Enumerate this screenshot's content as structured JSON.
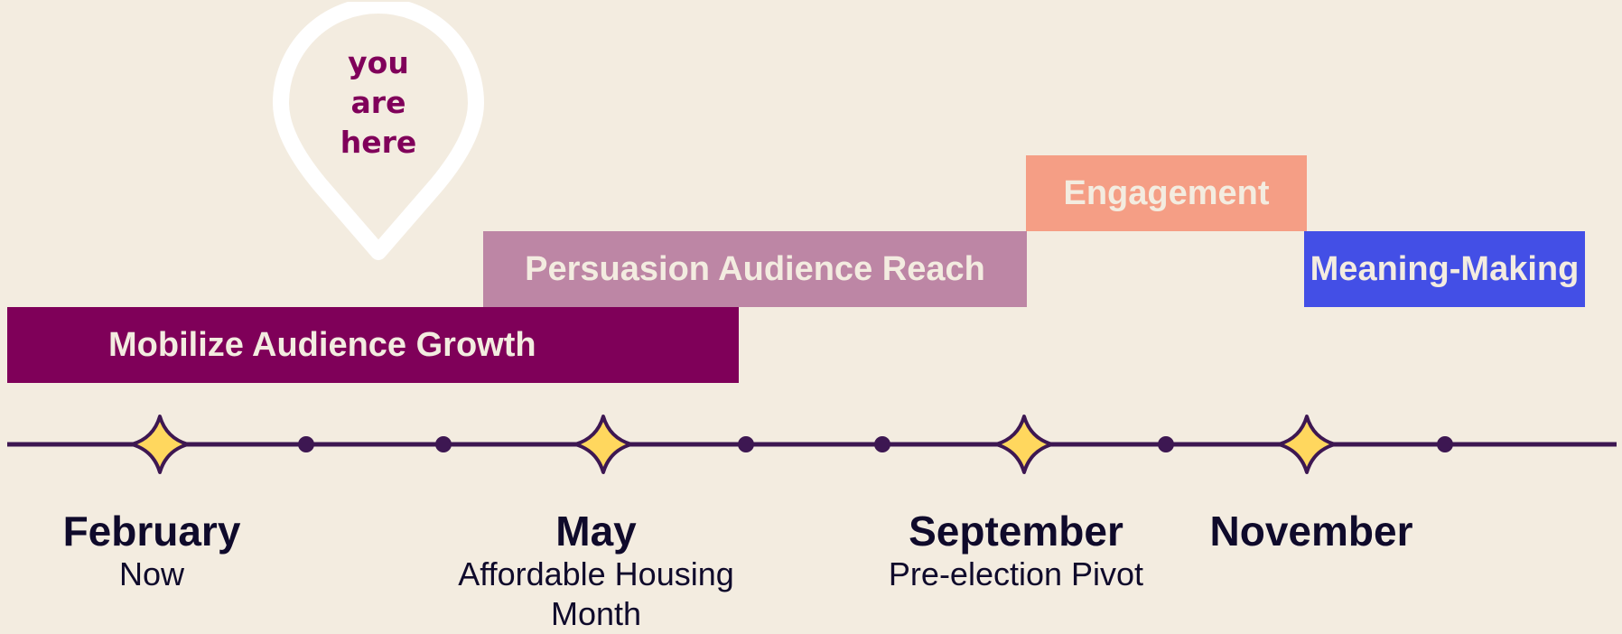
{
  "marker": {
    "line1": "you",
    "line2": "are",
    "line3": "here"
  },
  "phases": {
    "mobilize": {
      "label": "Mobilize Audience Growth",
      "color": "#7f0059",
      "text_color": "#f3ece0"
    },
    "persuasion": {
      "label": "Persuasion Audience Reach",
      "color": "#bd86a5",
      "text_color": "#f3ece0"
    },
    "engagement": {
      "label": "Engagement",
      "color": "#f59e85",
      "text_color": "#f3ece0"
    },
    "meaning": {
      "label": "Meaning-Making",
      "color": "#434fe6",
      "text_color": "#f3ece0"
    }
  },
  "timeline": {
    "line_color": "#3d1752",
    "star_fill": "#ffd75e",
    "milestones": [
      "star",
      "dot",
      "dot",
      "star",
      "dot",
      "dot",
      "star",
      "dot",
      "star",
      "dot"
    ]
  },
  "months": {
    "february": {
      "name": "February",
      "note": "Now"
    },
    "may": {
      "name": "May",
      "note_line1": "Affordable Housing",
      "note_line2": "Month"
    },
    "september": {
      "name": "September",
      "note": "Pre-election Pivot"
    },
    "november": {
      "name": "November"
    }
  }
}
